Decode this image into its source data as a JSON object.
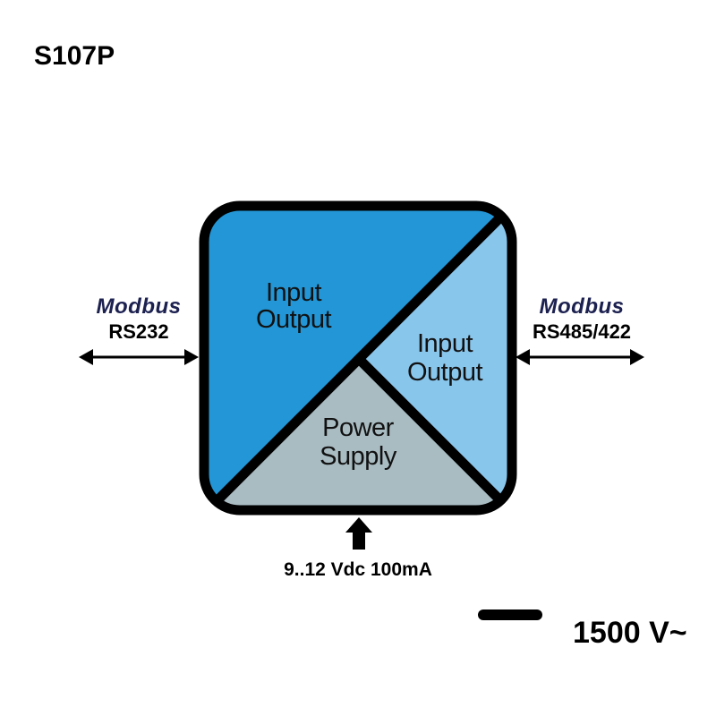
{
  "title": "S107P",
  "block": {
    "left_section": {
      "line1": "Input",
      "line2": "Output",
      "color": "#2296d6"
    },
    "right_section": {
      "line1": "Input",
      "line2": "Output",
      "color": "#89c6ec"
    },
    "bottom_section": {
      "line1": "Power",
      "line2": "Supply",
      "color": "#a9bcc2"
    },
    "border_color": "#000000"
  },
  "left_interface": {
    "protocol": "Modbus",
    "name": "RS232",
    "direction": "bidirectional"
  },
  "right_interface": {
    "protocol": "Modbus",
    "name": "RS485/422",
    "direction": "bidirectional"
  },
  "power": {
    "spec": "9..12 Vdc 100mA",
    "direction": "input"
  },
  "isolation": {
    "value": "1500 V~"
  }
}
